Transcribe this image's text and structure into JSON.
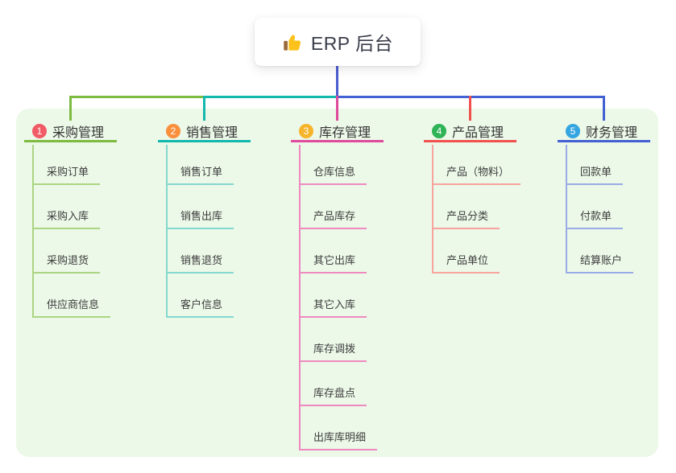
{
  "root": {
    "title": "ERP 后台",
    "icon": "thumbs-up-icon"
  },
  "canvas": {
    "background": "#ffffff",
    "panel_background": "#ecf8e8",
    "root_connector_color": "#4a5ed0"
  },
  "branches": [
    {
      "badge": "1",
      "label": "采购管理",
      "badge_color": "#f15b66",
      "line_color": "#7cbb40",
      "child_line_color": "#abd582",
      "children": [
        "采购订单",
        "采购入库",
        "采购退货",
        "供应商信息"
      ]
    },
    {
      "badge": "2",
      "label": "销售管理",
      "badge_color": "#fa8f3c",
      "line_color": "#13b8ad",
      "child_line_color": "#84d8cf",
      "children": [
        "销售订单",
        "销售出库",
        "销售退货",
        "客户信息"
      ]
    },
    {
      "badge": "3",
      "label": "库存管理",
      "badge_color": "#f6b42b",
      "line_color": "#df4a9d",
      "child_line_color": "#ee8ac0",
      "children": [
        "仓库信息",
        "产品库存",
        "其它出库",
        "其它入库",
        "库存调拨",
        "库存盘点",
        "出库库明细"
      ]
    },
    {
      "badge": "4",
      "label": "产品管理",
      "badge_color": "#2fb357",
      "line_color": "#f1514d",
      "child_line_color": "#f8a39d",
      "children": [
        "产品（物料）",
        "产品分类",
        "产品单位"
      ]
    },
    {
      "badge": "5",
      "label": "财务管理",
      "badge_color": "#34a5e0",
      "line_color": "#4361d2",
      "child_line_color": "#9aace5",
      "children": [
        "回款单",
        "付款单",
        "结算账户"
      ]
    }
  ]
}
